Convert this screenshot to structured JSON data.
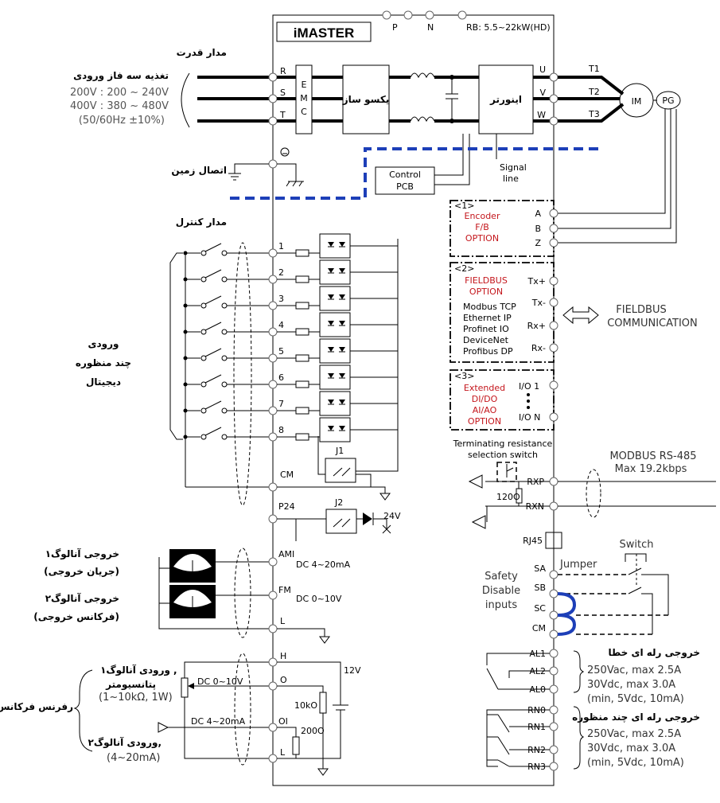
{
  "inverter": {
    "model": "iMASTER",
    "rb_label": "RB: 5.5~22kW(HD)",
    "p": "P",
    "n": "N"
  },
  "power": {
    "section_title": "مدار قدرت",
    "supply_title": "تغذیه سه فاز ورودی",
    "line1": "200V : 200 ~ 240V",
    "line2": "400V : 380 ~ 480V",
    "line3": "(50/60Hz ±10%)",
    "inputs": [
      "R",
      "S",
      "T"
    ],
    "emc": [
      "E",
      "M",
      "C"
    ],
    "rectifier": "یکسو ساز",
    "inverter_block": "اینورتر",
    "outputs": [
      "U",
      "V",
      "W"
    ],
    "motor_lines": [
      "T1",
      "T2",
      "T3"
    ],
    "motor": "IM",
    "encoder": "PG",
    "ground_label": "اتصال زمین",
    "control_pcb": [
      "Control",
      "PCB"
    ],
    "signal_line": [
      "Signal",
      "line"
    ]
  },
  "control": {
    "section_title": "مدار کنترل",
    "multi_input_title": [
      "ورودی",
      "چند منظوره",
      "دیجیتال"
    ],
    "inputs": [
      "1",
      "2",
      "3",
      "4",
      "5",
      "6",
      "7",
      "8"
    ],
    "cm": "CM",
    "p24": "P24",
    "j1": "J1",
    "j2": "J2",
    "v24": "24V"
  },
  "options": {
    "encoder": {
      "tag": "<1>",
      "lines": [
        "Encoder",
        "F/B",
        "OPTION"
      ],
      "terminals": [
        "A",
        "B",
        "Z"
      ]
    },
    "fieldbus": {
      "tag": "<2>",
      "lines": [
        "FIELDBUS",
        "OPTION"
      ],
      "protocols": [
        "Modbus TCP",
        "Ethernet IP",
        "Profinet IO",
        "DeviceNet",
        "Profibus DP"
      ],
      "terminals": [
        "Tx+",
        "Tx-",
        "Rx+",
        "Rx-"
      ]
    },
    "extended": {
      "tag": "<3>",
      "lines": [
        "Extended",
        "DI/DO",
        "AI/AO",
        "OPTION"
      ],
      "io_first": "I/O 1",
      "io_last": "I/O N"
    }
  },
  "fieldbus_comm": [
    "FIELDBUS",
    "COMMUNICATION"
  ],
  "rs485": {
    "switch_label": [
      "Terminating resistance",
      "selection switch"
    ],
    "title": "MODBUS RS-485",
    "speed": "Max 19.2kbps",
    "resistor": "120O",
    "terminals": [
      "RXP",
      "RXN"
    ],
    "rj45": "RJ45"
  },
  "safety": {
    "label": [
      "Safety",
      "Disable",
      "inputs"
    ],
    "terminals": [
      "SA",
      "SB",
      "SC",
      "CM"
    ],
    "jumper": "Jumper",
    "switch": "Switch"
  },
  "analog_out": {
    "out1_title": "خروجی آنالوگ۱",
    "out1_sub": "(جریان خروجی)",
    "out2_title": "خروجی آنالوگ۲",
    "out2_sub": "(فرکانس خروجی)",
    "ami": "AMI",
    "ami_range": "DC 4~20mA",
    "fm": "FM",
    "fm_range": "DC 0~10V",
    "l": "L"
  },
  "analog_in": {
    "freq_ref": "رفرنس فرکانس",
    "in1_title": "ورودی آنالوگ۱",
    "in1_pot": "پتانسیومتر",
    "in1_range": "(1~10kΩ, 1W)",
    "in1_comma": ",",
    "in2_title": "ورودی آنالوگ۲,",
    "in2_range": "(4~20mA)",
    "terminals": [
      "H",
      "O",
      "OI",
      "L"
    ],
    "dc_v": "DC 0~10V",
    "dc_ma": "DC 4~20mA",
    "r1": "10kO",
    "r2": "200O",
    "v12": "12V"
  },
  "relay": {
    "fault_title": "خروجی رله ای خطا",
    "fault_specs": [
      "250Vac, max 2.5A",
      "30Vdc, max 3.0A",
      "(min, 5Vdc, 10mA)"
    ],
    "fault_terms": [
      "AL1",
      "AL2",
      "AL0"
    ],
    "multi_title": "خروجی رله ای چند منظوره",
    "multi_specs": [
      "250Vac, max 2.5A",
      "30Vdc, max 3.0A",
      "(min, 5Vdc, 10mA)"
    ],
    "multi_terms": [
      "RN0",
      "RN1",
      "RN2",
      "RN3"
    ]
  },
  "colors": {
    "blue_dash": "#1d3fb8",
    "red_text": "#c4161c"
  }
}
